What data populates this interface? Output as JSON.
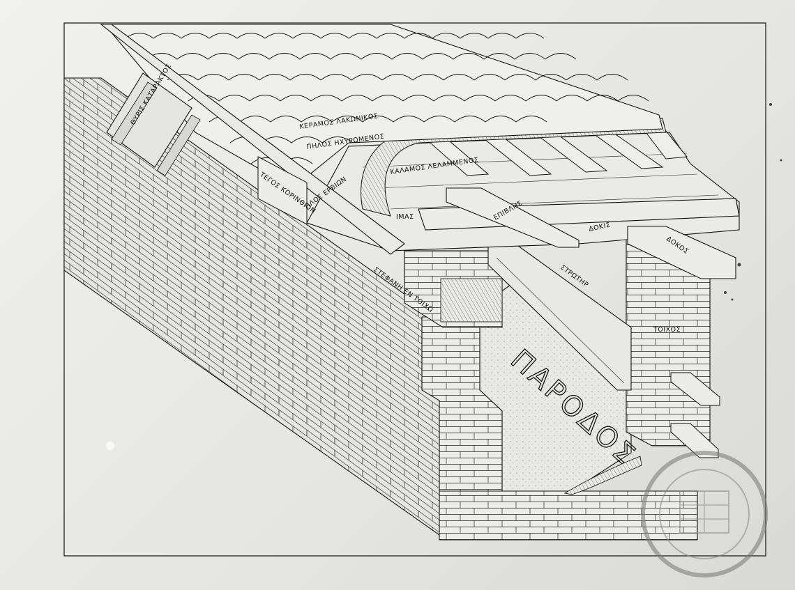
{
  "labels": {
    "shutter": "ΘΥΡΙΣ ΚΑΤΑΡΑΚΤΟΣ",
    "tiles": "ΚΕΡΑΜΟΣ ΛΑΚΩΝΙΚΟΣ",
    "clay": "ΠΗΛΟΣ ΗΧΥΡΩΜΕΝΟΣ",
    "reeds": "ΚΑΛΑΜΟΣ ΛΕΛΑΜΜΕΝΟΣ",
    "corinthian_roof": "ΤΕΓΟΣ ΚΟΡΙΝΘΙΟΝ",
    "laths": "ΗΛΟΣ ΕΡΒΙΩΝ",
    "beams_small": "ΙΜΑΣ",
    "epibole": "ΕΠΙΒΛΗΣ",
    "dokis": "ΔΟΚΙΣ",
    "dokos": "ΔΟΚΟΣ",
    "wall_top": "ΣΤΕΦΑΝΗ ΕΝ ΤΟΙΧΩ",
    "strotir": "ΣΤΡΩΤΗΡ",
    "toichos": "ΤΟΙΧΟΣ",
    "parodos": "ΠΑΡΟΔΟΣ"
  }
}
